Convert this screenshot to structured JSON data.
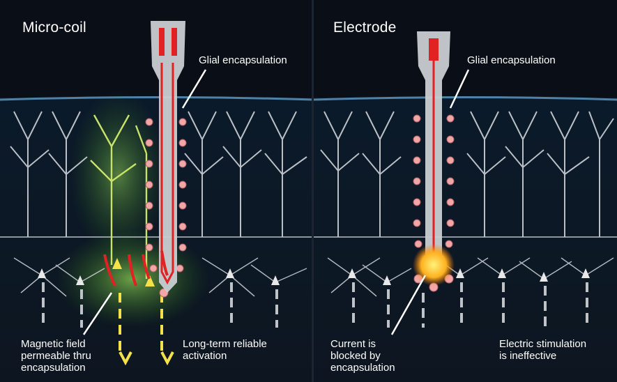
{
  "left_panel": {
    "title": "Micro-coil",
    "glial_label": "Glial encapsulation",
    "annot_left": [
      "Magnetic field",
      "permeable thru",
      "encapsulation"
    ],
    "annot_right": [
      "Long-term reliable",
      "activation"
    ]
  },
  "right_panel": {
    "title": "Electrode",
    "glial_label": "Glial encapsulation",
    "annot_left": [
      "Current is",
      "blocked by",
      "encapsulation"
    ],
    "annot_right": [
      "Electric stimulation",
      "is ineffective"
    ]
  },
  "colors": {
    "background": "#0a0f17",
    "neuron": "#d9dde2",
    "glia": "#f2a7a7",
    "probe": "#c9cdd2",
    "conductor": "#e22222",
    "magnetic_field": "#6fd23a",
    "activation": "#f5e14a",
    "current_blob": "#ffb020"
  }
}
